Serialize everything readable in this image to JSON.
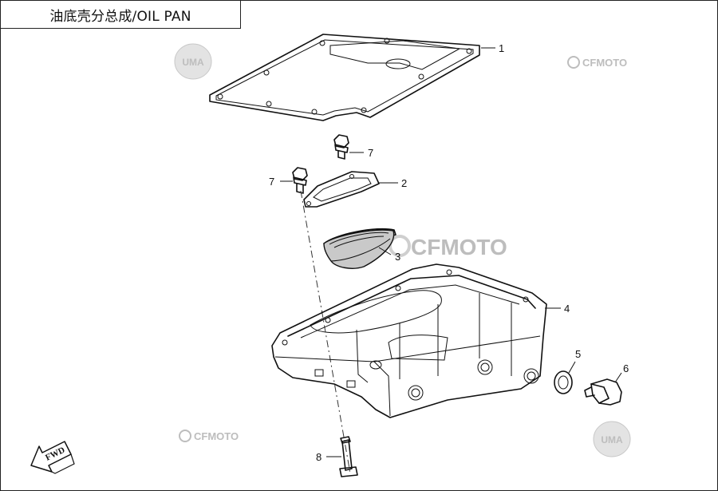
{
  "title": "油底壳分总成/OIL PAN",
  "callouts": [
    "1",
    "2",
    "3",
    "4",
    "5",
    "6",
    "7",
    "7",
    "8"
  ],
  "watermarks": {
    "cfmoto_top": "CFMOTO",
    "cfmoto_center": "CFMOTO",
    "cfmoto_bottom": "CFMOTO",
    "uma_top": "UMA",
    "uma_bottom": "UMA"
  },
  "direction_arrow": "FWD"
}
